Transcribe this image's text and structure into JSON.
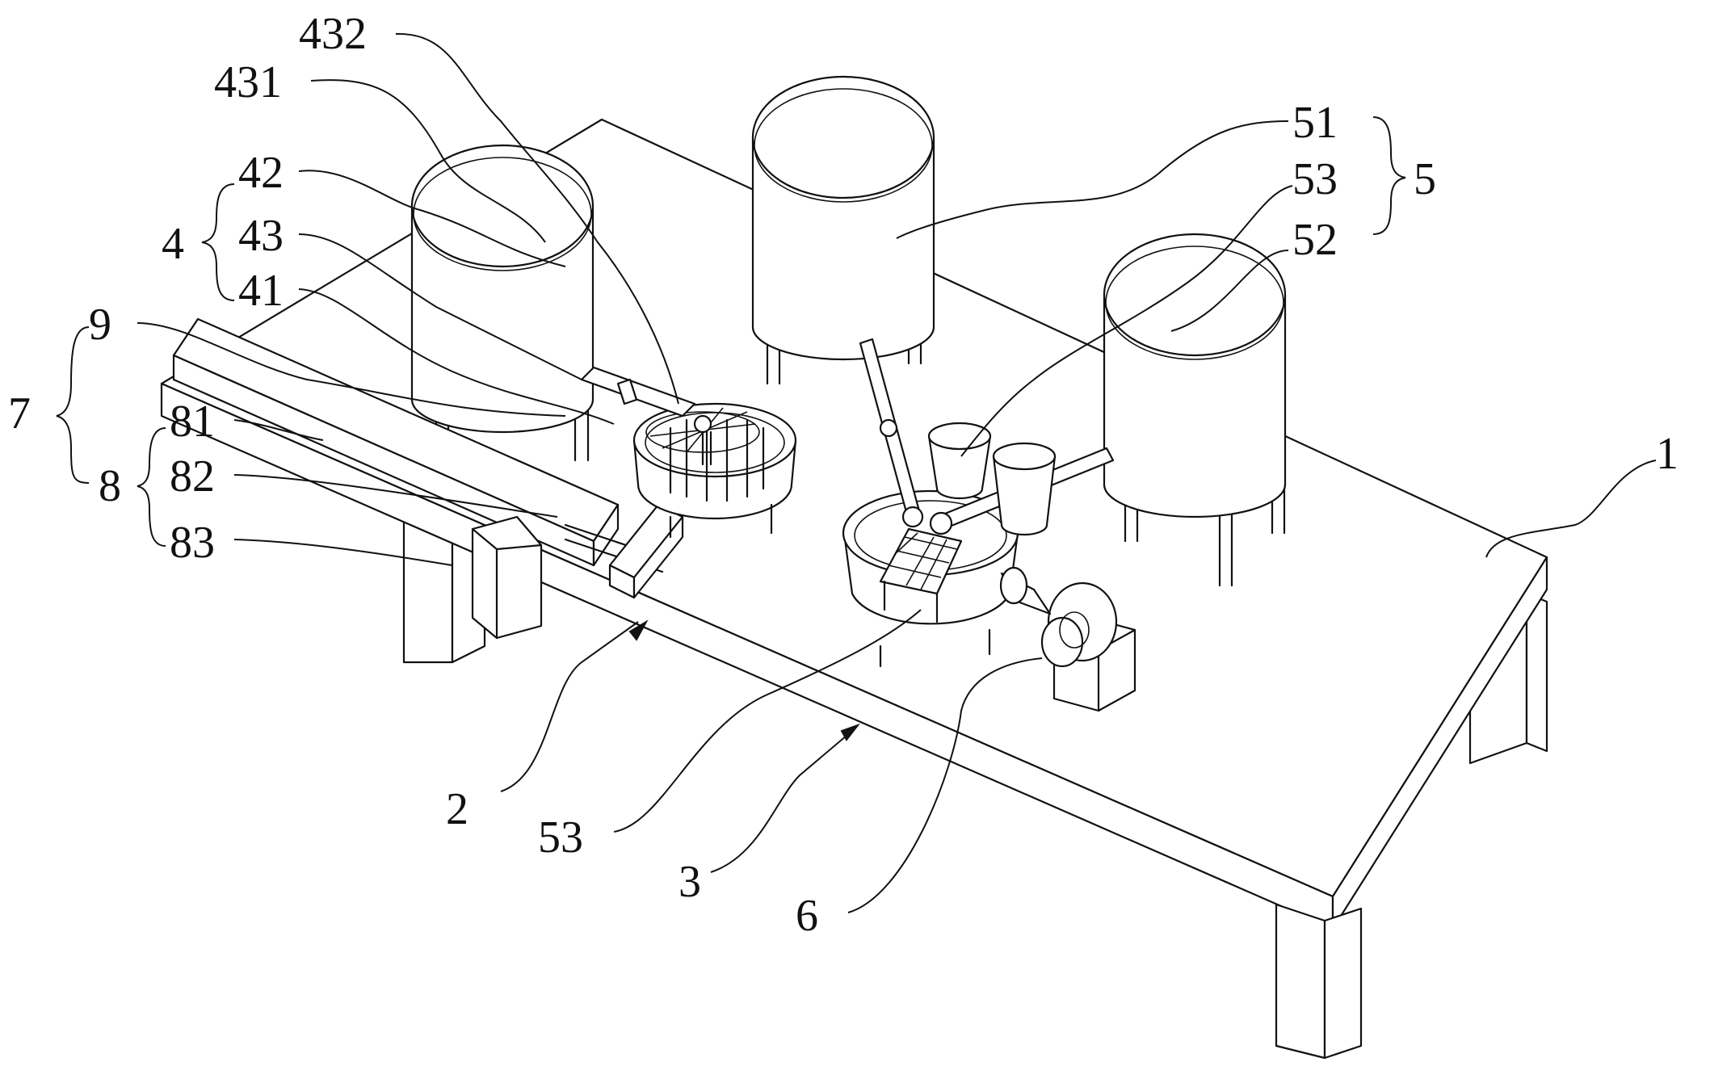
{
  "figure": {
    "labels": {
      "l432": "432",
      "l431": "431",
      "l42": "42",
      "l43": "43",
      "l41": "41",
      "l4": "4",
      "l9": "9",
      "l7": "7",
      "l81": "81",
      "l82": "82",
      "l83": "83",
      "l8": "8",
      "l51": "51",
      "l53top": "53",
      "l52": "52",
      "l5": "5",
      "l1": "1",
      "l2": "2",
      "l53bottom": "53",
      "l3": "3",
      "l6": "6"
    }
  }
}
